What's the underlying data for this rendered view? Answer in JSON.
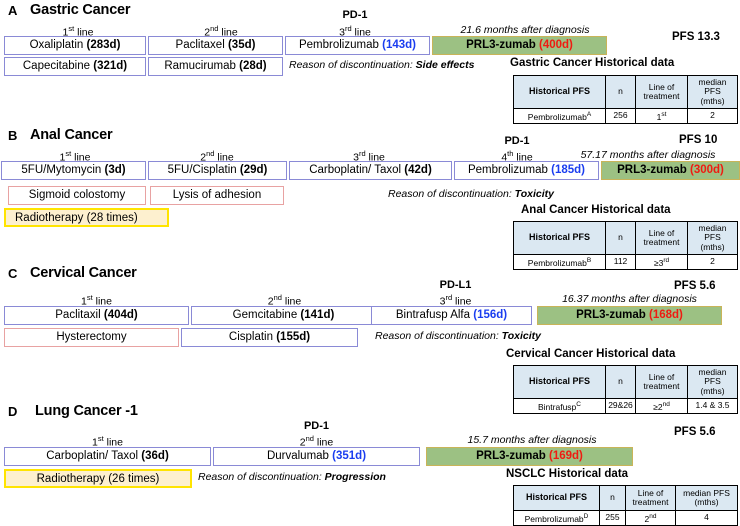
{
  "figure": {
    "panels": [
      {
        "letter": "A",
        "title": "Gastric Cancer",
        "target": "PD-1",
        "months_after_diagnosis": "21.6 months after diagnosis",
        "pfs": "PFS 13.3",
        "discontinuation_prefix": "Reason of discontinuation: ",
        "discontinuation_reason": "Side effects",
        "lines": [
          {
            "label": "1",
            "suffix": "st",
            "label_full": "1st line"
          },
          {
            "label": "2",
            "suffix": "nd",
            "label_full": "2nd line"
          },
          {
            "label": "3",
            "suffix": "rd",
            "label_full": "3rd line"
          }
        ],
        "treatments_row1": [
          {
            "name": "Oxaliplatin",
            "days": "283d",
            "kind": "chemo"
          },
          {
            "name": "Paclitaxel",
            "days": "35d",
            "kind": "chemo"
          },
          {
            "name": "Pembrolizumab",
            "days": "143d",
            "kind": "io"
          }
        ],
        "treatments_row2": [
          {
            "name": "Capecitabine",
            "days": "321d",
            "kind": "chemo"
          },
          {
            "name": "Ramucirumab",
            "days": "28d",
            "kind": "chemo"
          }
        ],
        "prl3": {
          "name": "PRL3-zumab",
          "days": "400d"
        },
        "table": {
          "title": "Gastric Cancer Historical data",
          "headers": [
            "Historical PFS",
            "n",
            "Line of treatment",
            "median PFS (mths)"
          ],
          "rows": [
            {
              "drug": "Pembrolizumab",
              "ref": "A",
              "n": "256",
              "line": "1",
              "line_sup": "st",
              "median": "2"
            }
          ]
        }
      },
      {
        "letter": "B",
        "title": "Anal Cancer",
        "target": "PD-1",
        "months_after_diagnosis": "57.17 months after diagnosis",
        "pfs": "PFS 10",
        "discontinuation_prefix": "Reason of discontinuation: ",
        "discontinuation_reason": "Toxicity",
        "lines": [
          {
            "label": "1",
            "suffix": "st",
            "label_full": "1st line"
          },
          {
            "label": "2",
            "suffix": "nd",
            "label_full": "2nd line"
          },
          {
            "label": "3",
            "suffix": "rd",
            "label_full": "3rd line"
          },
          {
            "label": "4",
            "suffix": "th",
            "label_full": "4th line"
          }
        ],
        "treatments_row1": [
          {
            "name": "5FU/Mytomycin",
            "days": "3d",
            "kind": "chemo"
          },
          {
            "name": "5FU/Cisplatin",
            "days": "29d",
            "kind": "chemo"
          },
          {
            "name": "Carboplatin/ Taxol",
            "days": "42d",
            "kind": "chemo"
          },
          {
            "name": "Pembrolizumab",
            "days": "185d",
            "kind": "io"
          }
        ],
        "treatments_row2": [
          {
            "name": "Sigmoid colostomy",
            "days": "",
            "kind": "surgery"
          },
          {
            "name": "Lysis of adhesion",
            "days": "",
            "kind": "surgery"
          }
        ],
        "radiotherapy": "Radiotherapy (28 times)",
        "prl3": {
          "name": "PRL3-zumab",
          "days": "300d"
        },
        "table": {
          "title": "Anal Cancer Historical data",
          "headers": [
            "Historical PFS",
            "n",
            "Line of treatment",
            "median PFS (mths)"
          ],
          "rows": [
            {
              "drug": "Pembrolizumab",
              "ref": "B",
              "n": "112",
              "line": "≥3",
              "line_sup": "rd",
              "median": "2"
            }
          ]
        }
      },
      {
        "letter": "C",
        "title": "Cervical Cancer",
        "target": "PD-L1",
        "months_after_diagnosis": "16.37 months after diagnosis",
        "pfs": "PFS 5.6",
        "discontinuation_prefix": "Reason of discontinuation: ",
        "discontinuation_reason": "Toxicity",
        "lines": [
          {
            "label": "1",
            "suffix": "st",
            "label_full": "1st line"
          },
          {
            "label": "2",
            "suffix": "nd",
            "label_full": "2nd line"
          },
          {
            "label": "3",
            "suffix": "rd",
            "label_full": "3rd line"
          }
        ],
        "treatments_row1": [
          {
            "name": "Paclitaxil",
            "days": "404d",
            "kind": "chemo"
          },
          {
            "name": "Gemcitabine",
            "days": "141d",
            "kind": "chemo"
          },
          {
            "name": "Bintrafusp Alfa",
            "days": "156d",
            "kind": "io"
          }
        ],
        "treatments_row2": [
          {
            "name": "Hysterectomy",
            "days": "",
            "kind": "surgery"
          },
          {
            "name": "Cisplatin",
            "days": "155d",
            "kind": "chemo"
          }
        ],
        "prl3": {
          "name": "PRL3-zumab",
          "days": "168d"
        },
        "table": {
          "title": "Cervical Cancer Historical data",
          "headers": [
            "Historical PFS",
            "n",
            "Line of treatment",
            "median PFS (mths)"
          ],
          "rows": [
            {
              "drug": "Bintrafusp",
              "ref": "C",
              "n": "29&26",
              "line": "≥2",
              "line_sup": "nd",
              "median": "1.4 & 3.5"
            }
          ]
        }
      },
      {
        "letter": "D",
        "title": "Lung Cancer -1",
        "target": "PD-1",
        "months_after_diagnosis": "15.7 months after diagnosis",
        "pfs": "PFS 5.6",
        "discontinuation_prefix": "Reason of discontinuation: ",
        "discontinuation_reason": "Progression",
        "lines": [
          {
            "label": "1",
            "suffix": "st",
            "label_full": "1st line"
          },
          {
            "label": "2",
            "suffix": "nd",
            "label_full": "2nd line"
          }
        ],
        "treatments_row1": [
          {
            "name": "Carboplatin/ Taxol",
            "days": "36d",
            "kind": "chemo"
          },
          {
            "name": "Durvalumab",
            "days": "351d",
            "kind": "io"
          }
        ],
        "radiotherapy": "Radiotherapy (26 times)",
        "prl3": {
          "name": "PRL3-zumab",
          "days": "169d"
        },
        "table": {
          "title": "NSCLC Historical data",
          "headers": [
            "Historical PFS",
            "n",
            "Line of treatment",
            "median PFS (mths)"
          ],
          "rows": [
            {
              "drug": "Pembrolizumab",
              "ref": "D",
              "n": "255",
              "line": "2",
              "line_sup": "nd",
              "median": "4"
            }
          ]
        }
      }
    ],
    "colors": {
      "chemo_border": "#8a8ad6",
      "surgery_border": "#e8a2a2",
      "radio_border": "#ffe400",
      "radio_fill": "#fdf0cf",
      "prl3_fill": "#9cc183",
      "prl3_border": "#c9b458",
      "days_blue": "#1a3df0",
      "days_red": "#ef1b12",
      "table_header_fill": "#dbe8f2"
    }
  }
}
